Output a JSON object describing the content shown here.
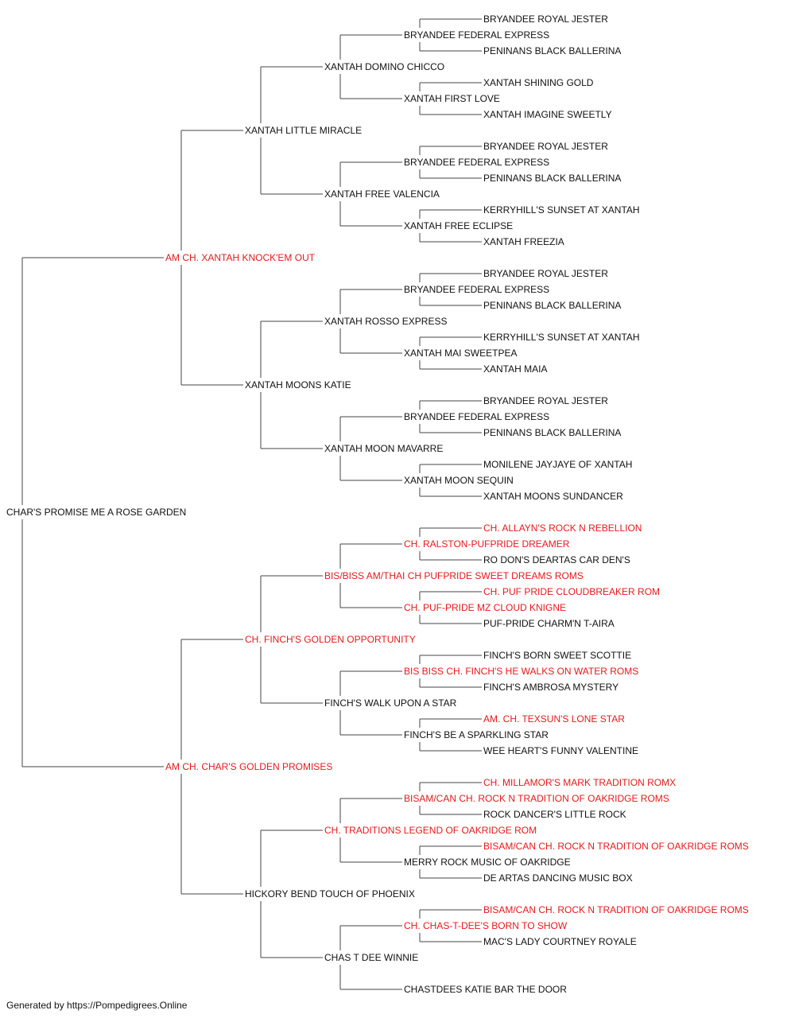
{
  "colors": {
    "champion": "#e8181c",
    "normal": "#111111",
    "line": "#444444"
  },
  "footer": "Generated by https://Pompedigrees.Online",
  "pedigree": {
    "name": "CHAR'S PROMISE ME A ROSE GARDEN",
    "champion": false,
    "sire": {
      "name": "AM CH. XANTAH KNOCK'EM OUT",
      "champion": true,
      "sire": {
        "name": "XANTAH LITTLE MIRACLE",
        "champion": false,
        "sire": {
          "name": "XANTAH DOMINO CHICCO",
          "champion": false,
          "sire": {
            "name": "BRYANDEE FEDERAL EXPRESS",
            "champion": false,
            "sire": {
              "name": "BRYANDEE ROYAL JESTER",
              "champion": false
            },
            "dam": {
              "name": "PENINANS BLACK BALLERINA",
              "champion": false
            }
          },
          "dam": {
            "name": "XANTAH FIRST LOVE",
            "champion": false,
            "sire": {
              "name": "XANTAH SHINING GOLD",
              "champion": false
            },
            "dam": {
              "name": "XANTAH IMAGINE SWEETLY",
              "champion": false
            }
          }
        },
        "dam": {
          "name": "XANTAH FREE VALENCIA",
          "champion": false,
          "sire": {
            "name": "BRYANDEE FEDERAL EXPRESS",
            "champion": false,
            "sire": {
              "name": "BRYANDEE ROYAL JESTER",
              "champion": false
            },
            "dam": {
              "name": "PENINANS BLACK BALLERINA",
              "champion": false
            }
          },
          "dam": {
            "name": "XANTAH FREE ECLIPSE",
            "champion": false,
            "sire": {
              "name": "KERRYHILL'S SUNSET AT XANTAH",
              "champion": false
            },
            "dam": {
              "name": "XANTAH FREEZIA",
              "champion": false
            }
          }
        }
      },
      "dam": {
        "name": "XANTAH MOONS KATIE",
        "champion": false,
        "sire": {
          "name": "XANTAH ROSSO EXPRESS",
          "champion": false,
          "sire": {
            "name": "BRYANDEE FEDERAL EXPRESS",
            "champion": false,
            "sire": {
              "name": "BRYANDEE ROYAL JESTER",
              "champion": false
            },
            "dam": {
              "name": "PENINANS BLACK BALLERINA",
              "champion": false
            }
          },
          "dam": {
            "name": "XANTAH MAI SWEETPEA",
            "champion": false,
            "sire": {
              "name": "KERRYHILL'S SUNSET AT XANTAH",
              "champion": false
            },
            "dam": {
              "name": "XANTAH MAIA",
              "champion": false
            }
          }
        },
        "dam": {
          "name": "XANTAH MOON MAVARRE",
          "champion": false,
          "sire": {
            "name": "BRYANDEE FEDERAL EXPRESS",
            "champion": false,
            "sire": {
              "name": "BRYANDEE ROYAL JESTER",
              "champion": false
            },
            "dam": {
              "name": "PENINANS BLACK BALLERINA",
              "champion": false
            }
          },
          "dam": {
            "name": "XANTAH MOON SEQUIN",
            "champion": false,
            "sire": {
              "name": "MONILENE JAYJAYE OF XANTAH",
              "champion": false
            },
            "dam": {
              "name": "XANTAH MOONS SUNDANCER",
              "champion": false
            }
          }
        }
      }
    },
    "dam": {
      "name": "AM CH. CHAR'S GOLDEN PROMISES",
      "champion": true,
      "sire": {
        "name": "CH. FINCH'S GOLDEN OPPORTUNITY",
        "champion": true,
        "sire": {
          "name": "BIS/BISS AM/THAI CH PUFPRIDE SWEET DREAMS ROMS",
          "champion": true,
          "sire": {
            "name": "CH. RALSTON-PUFPRIDE DREAMER",
            "champion": true,
            "sire": {
              "name": "CH. ALLAYN'S ROCK N REBELLION",
              "champion": true
            },
            "dam": {
              "name": "RO DON'S DEARTAS CAR DEN'S",
              "champion": false
            }
          },
          "dam": {
            "name": "CH. PUF-PRIDE MZ CLOUD KNIGNE",
            "champion": true,
            "sire": {
              "name": "CH. PUF PRIDE CLOUDBREAKER ROM",
              "champion": true
            },
            "dam": {
              "name": "PUF-PRIDE CHARM'N T-AIRA",
              "champion": false
            }
          }
        },
        "dam": {
          "name": "FINCH'S WALK UPON A STAR",
          "champion": false,
          "sire": {
            "name": "BIS BISS CH. FINCH'S HE WALKS ON WATER ROMS",
            "champion": true,
            "sire": {
              "name": "FINCH'S BORN SWEET SCOTTIE",
              "champion": false
            },
            "dam": {
              "name": "FINCH'S AMBROSA MYSTERY",
              "champion": false
            }
          },
          "dam": {
            "name": "FINCH'S BE A SPARKLING STAR",
            "champion": false,
            "sire": {
              "name": "AM. CH. TEXSUN'S LONE STAR",
              "champion": true
            },
            "dam": {
              "name": "WEE HEART'S FUNNY VALENTINE",
              "champion": false
            }
          }
        }
      },
      "dam": {
        "name": "HICKORY BEND TOUCH OF PHOENIX",
        "champion": false,
        "sire": {
          "name": "CH. TRADITIONS LEGEND OF OAKRIDGE ROM",
          "champion": true,
          "sire": {
            "name": "BISAM/CAN CH. ROCK N TRADITION OF OAKRIDGE ROMS",
            "champion": true,
            "sire": {
              "name": "CH. MILLAMOR'S MARK TRADITION ROMX",
              "champion": true
            },
            "dam": {
              "name": "ROCK DANCER'S LITTLE ROCK",
              "champion": false
            }
          },
          "dam": {
            "name": "MERRY ROCK MUSIC OF OAKRIDGE",
            "champion": false,
            "sire": {
              "name": "BISAM/CAN CH. ROCK N TRADITION OF OAKRIDGE ROMS",
              "champion": true
            },
            "dam": {
              "name": "DE ARTAS DANCING MUSIC BOX",
              "champion": false
            }
          }
        },
        "dam": {
          "name": "CHAS T DEE WINNIE",
          "champion": false,
          "sire": {
            "name": "CH. CHAS-T-DEE'S BORN TO SHOW",
            "champion": true,
            "sire": {
              "name": "BISAM/CAN CH. ROCK N TRADITION OF OAKRIDGE ROMS",
              "champion": true
            },
            "dam": {
              "name": "MAC'S LADY COURTNEY ROYALE",
              "champion": false
            }
          },
          "dam": {
            "name": "CHASTDEES KATIE BAR THE DOOR",
            "champion": false
          }
        }
      }
    }
  }
}
